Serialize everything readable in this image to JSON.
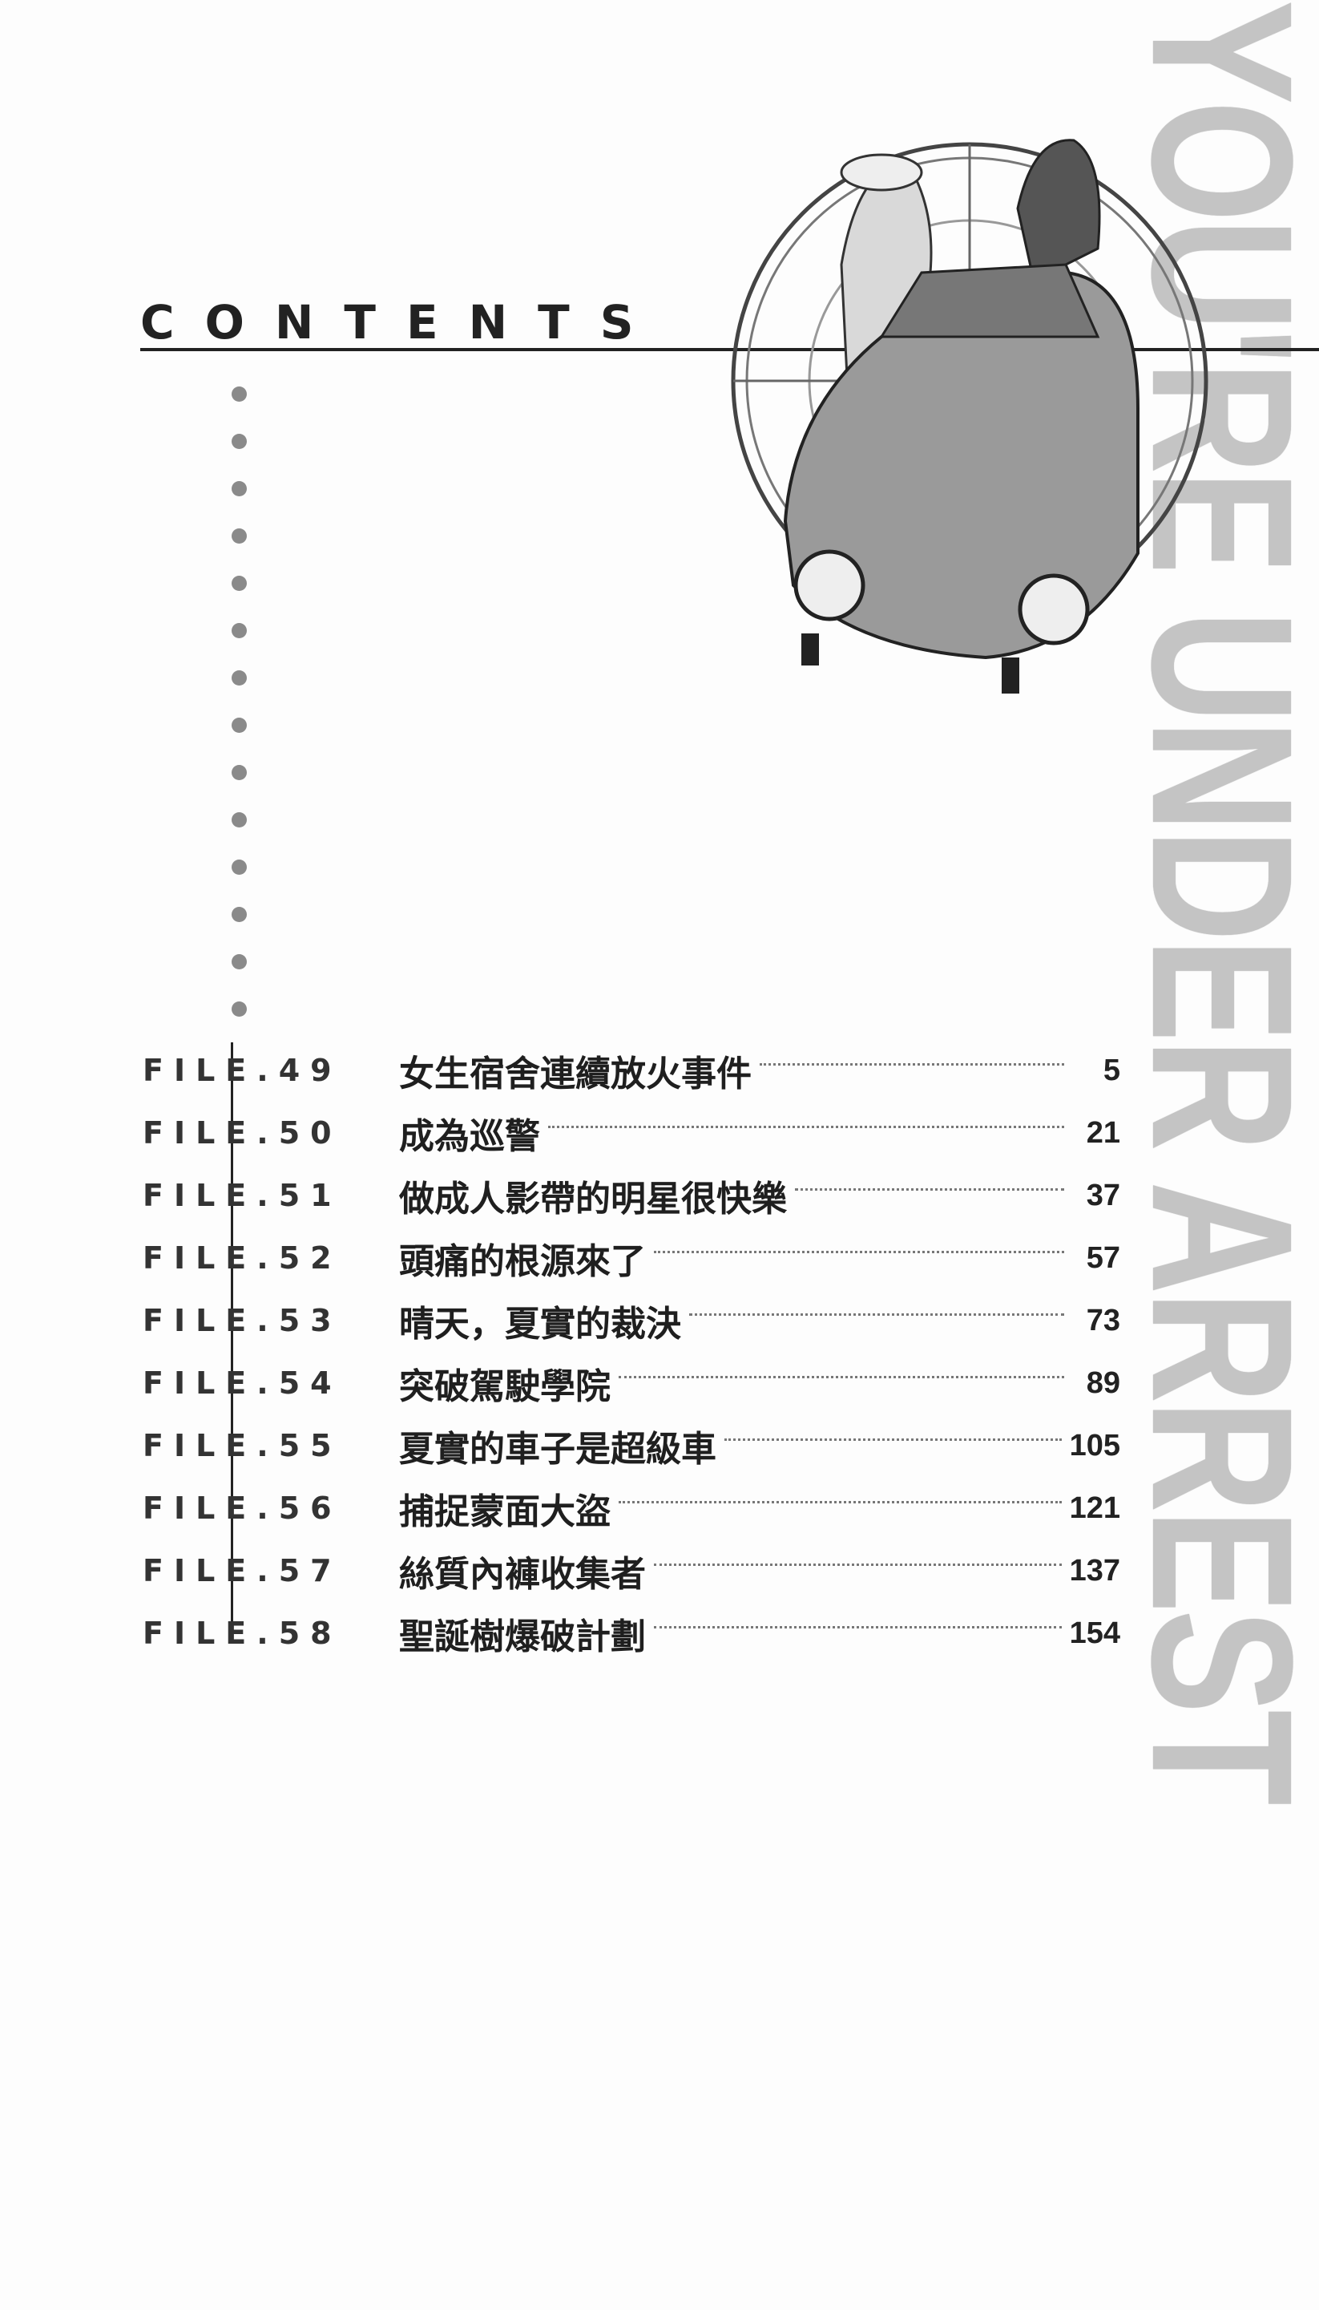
{
  "watermark": "YOU'RE UNDER ARREST",
  "heading": "CONTENTS",
  "entries": [
    {
      "file": "FILE.49",
      "title": "女生宿舍連續放火事件",
      "page": "5"
    },
    {
      "file": "FILE.50",
      "title": "成為巡警",
      "page": "21"
    },
    {
      "file": "FILE.51",
      "title": "做成人影帶的明星很快樂",
      "page": "37"
    },
    {
      "file": "FILE.52",
      "title": "頭痛的根源來了",
      "page": "57"
    },
    {
      "file": "FILE.53",
      "title": "晴天，夏實的裁決",
      "page": "73"
    },
    {
      "file": "FILE.54",
      "title": "突破駕駛學院",
      "page": "89"
    },
    {
      "file": "FILE.55",
      "title": "夏實的車子是超級車",
      "page": "105"
    },
    {
      "file": "FILE.56",
      "title": "捕捉蒙面大盜",
      "page": "121"
    },
    {
      "file": "FILE.57",
      "title": "絲質內褲收集者",
      "page": "137"
    },
    {
      "file": "FILE.58",
      "title": "聖誕樹爆破計劃",
      "page": "154"
    }
  ],
  "dot_count": 14
}
